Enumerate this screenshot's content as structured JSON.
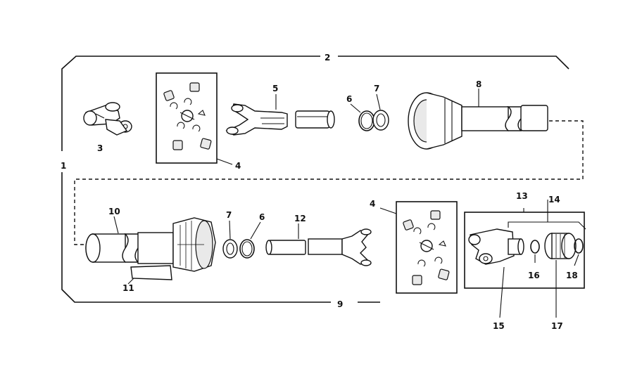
{
  "diagram": {
    "callouts": {
      "c1": "1",
      "c2": "2",
      "c3": "3",
      "c4_top": "4",
      "c4_bottom": "4",
      "c5": "5",
      "c6_top": "6",
      "c6_bottom": "6",
      "c7_top": "7",
      "c7_bottom": "7",
      "c8": "8",
      "c9": "9",
      "c10": "10",
      "c11": "11",
      "c12": "12",
      "c13": "13",
      "c14": "14",
      "c15": "15",
      "c16": "16",
      "c17": "17",
      "c18": "18"
    }
  }
}
